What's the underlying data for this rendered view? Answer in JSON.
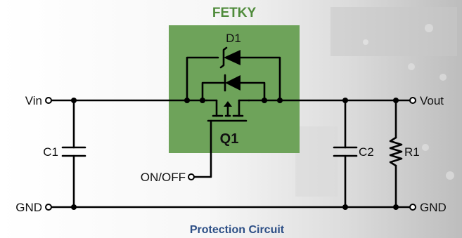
{
  "diagram": {
    "module_title": "FETKY",
    "caption": "Protection Circuit",
    "colors": {
      "module_fill": "#6ea35a",
      "module_title": "#4f8b3b",
      "caption": "#2d4f86",
      "wire": "#000000"
    },
    "labels": {
      "vin": "Vin",
      "vout": "Vout",
      "gnd_left": "GND",
      "gnd_right": "GND",
      "on_off": "ON/OFF",
      "c1": "C1",
      "c2": "C2",
      "r1": "R1",
      "d1": "D1",
      "q1": "Q1"
    }
  }
}
